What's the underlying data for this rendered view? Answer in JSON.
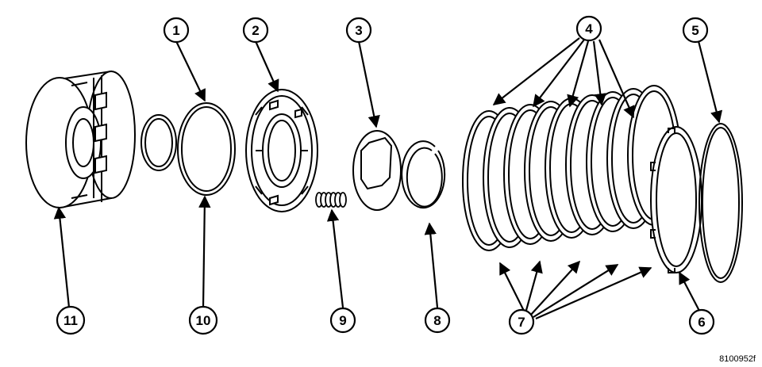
{
  "callouts": {
    "c1": "1",
    "c2": "2",
    "c3": "3",
    "c4": "4",
    "c5": "5",
    "c6": "6",
    "c7": "7",
    "c8": "8",
    "c9": "9",
    "c10": "10",
    "c11": "11"
  },
  "figure_code": "8100952f"
}
